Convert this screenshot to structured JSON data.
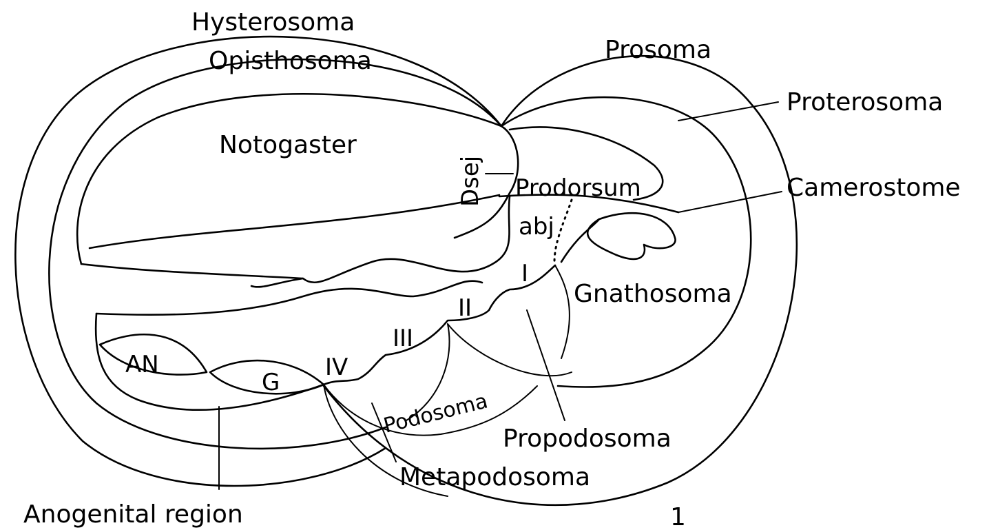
{
  "figure": {
    "labels": {
      "hysterosoma": "Hysterosoma",
      "opisthosoma": "Opisthosoma",
      "prosoma": "Prosoma",
      "proterosoma": "Proterosoma",
      "camerostome": "Camerostome",
      "notogaster": "Notogaster",
      "dsej": "Dsej",
      "prodorsum": "Prodorsum",
      "abj": "abj",
      "gnathosoma": "Gnathosoma",
      "leg_i": "I",
      "leg_ii": "II",
      "leg_iii": "III",
      "leg_iv": "IV",
      "an": "AN",
      "g": "G",
      "podosoma": "Podosoma",
      "propodosoma": "Propodosoma",
      "metapodosoma": "Metapodosoma",
      "anogenital_region": "Anogenital region",
      "figure_number": "1"
    }
  }
}
